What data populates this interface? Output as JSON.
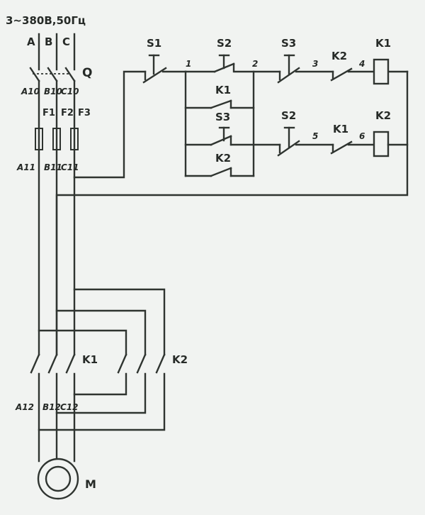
{
  "supply": {
    "rating": "3~380В,50Гц",
    "phase_a": "A",
    "phase_b": "B",
    "phase_c": "C"
  },
  "main_switch": {
    "label": "Q"
  },
  "terminals": {
    "a10": "A10",
    "b10": "B10",
    "c10": "C10",
    "a11": "A11",
    "b11": "B11",
    "c11": "C11",
    "a12": "A12",
    "b12": "B12",
    "c12": "C12"
  },
  "fuses": {
    "f1": "F1",
    "f2": "F2",
    "f3": "F3"
  },
  "control": {
    "s1": "S1",
    "s2_top": "S2",
    "s3_top": "S3",
    "k2_nc_top": "K2",
    "k1_coil": "K1",
    "k1_hold": "K1",
    "s3_mid": "S3",
    "k2_hold": "K2",
    "s2_mid": "S2",
    "k1_nc_mid": "K1",
    "k2_coil": "K2",
    "node1": "1",
    "node2": "2",
    "node3": "3",
    "node4": "4",
    "node5": "5",
    "node6": "6"
  },
  "power": {
    "k1_contacts": "K1",
    "k2_contacts": "K2"
  },
  "motor": {
    "label": "M"
  }
}
